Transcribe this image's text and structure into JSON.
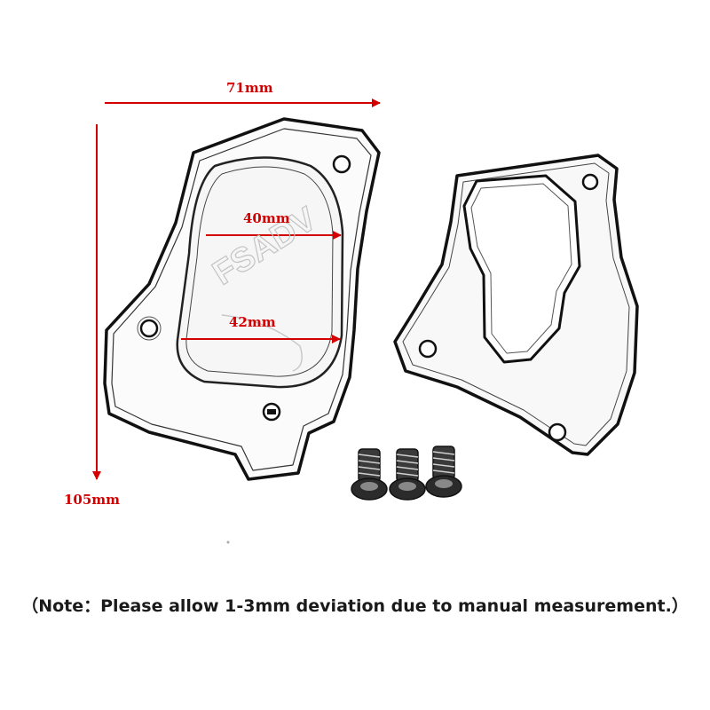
{
  "dimensions": {
    "width_label": "71mm",
    "height_label": "105mm",
    "opening_top_label": "40mm",
    "opening_bottom_label": "42mm"
  },
  "watermark": "FSADV",
  "note": "（Note：Please allow 1-3mm deviation due to manual measurement.）",
  "colors": {
    "dimension": "#d40000",
    "background": "#ffffff",
    "outline": "#111111"
  },
  "parts": {
    "plate": "side-stand-extension-plate",
    "gasket": "rubber-gasket",
    "screws": [
      "screw",
      "screw",
      "screw"
    ]
  }
}
